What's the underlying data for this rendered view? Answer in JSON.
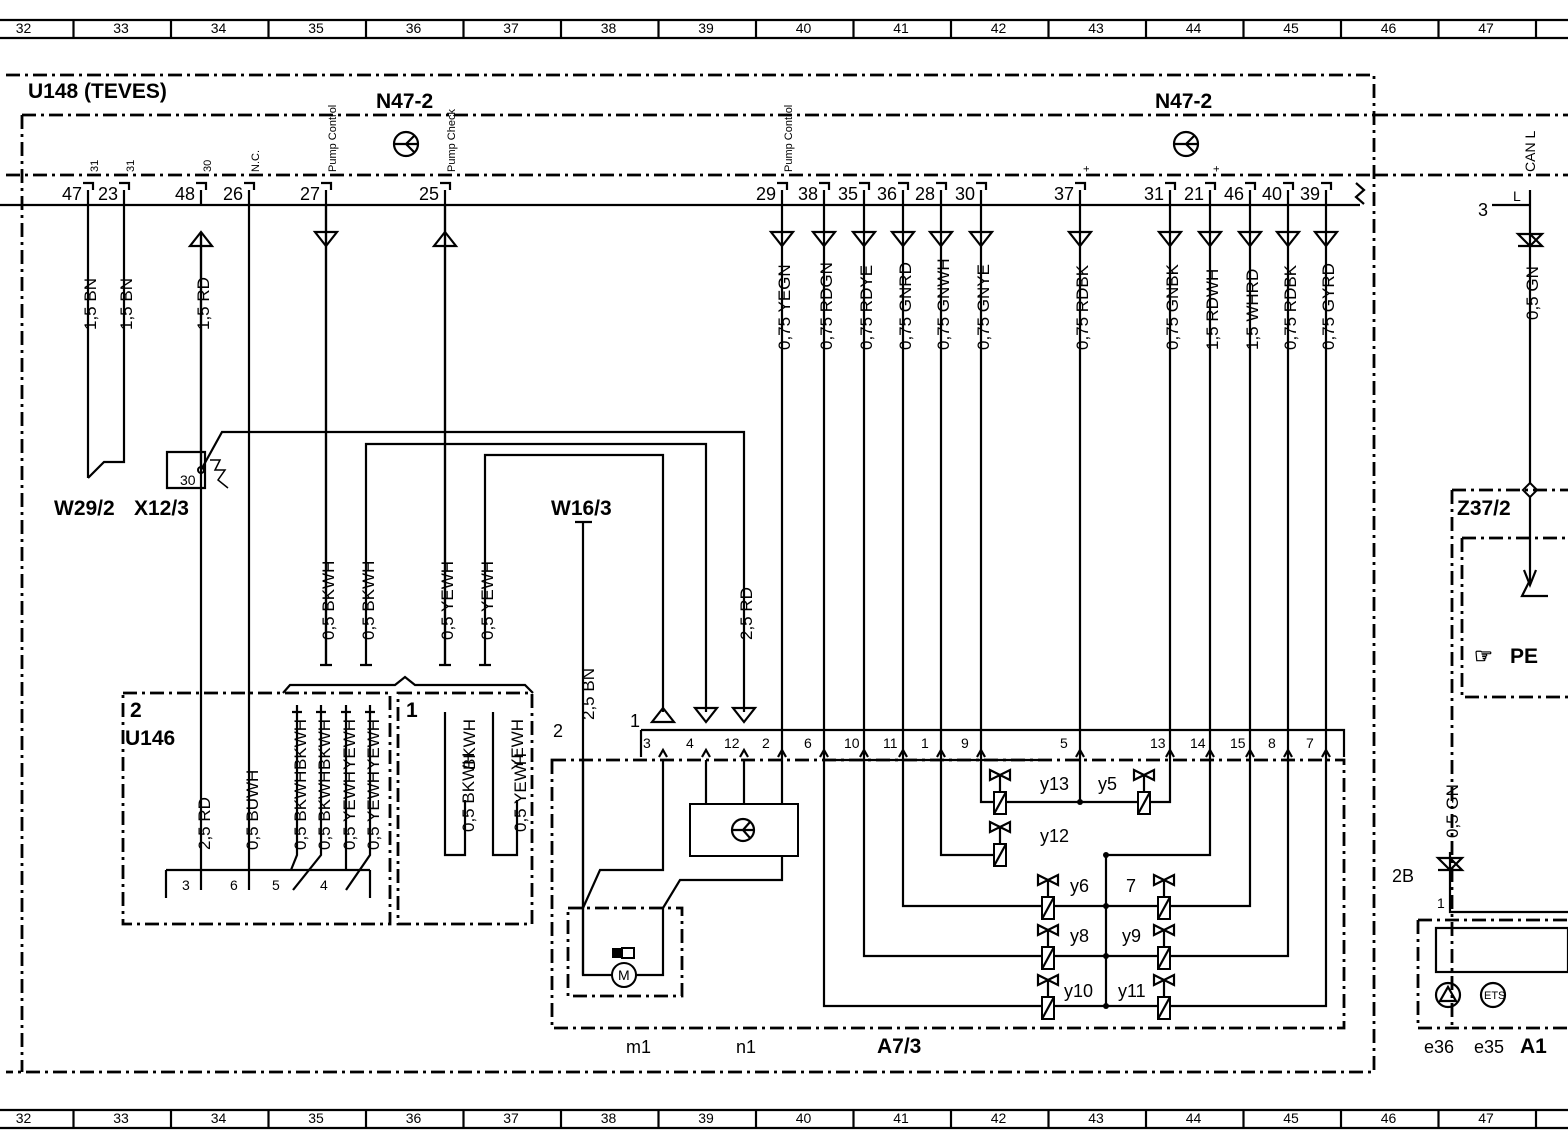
{
  "grid_top": [
    "32",
    "33",
    "34",
    "35",
    "36",
    "37",
    "38",
    "39",
    "40",
    "41",
    "42",
    "43",
    "44",
    "45",
    "46",
    "47"
  ],
  "grid_bottom": [
    "32",
    "33",
    "34",
    "35",
    "36",
    "37",
    "38",
    "39",
    "40",
    "41",
    "42",
    "43",
    "44",
    "45",
    "46",
    "47"
  ],
  "module_title": "U148 (TEVES)",
  "n47_left": "N47-2",
  "n47_right": "N47-2",
  "top_pins": [
    {
      "pin": "47",
      "signal": "31",
      "wire": "1,5 BN"
    },
    {
      "pin": "23",
      "signal": "31",
      "wire": "1,5 BN"
    },
    {
      "pin": "48",
      "signal": "30",
      "wire": "1,5 RD"
    },
    {
      "pin": "26",
      "signal": "N.C.",
      "wire": ""
    },
    {
      "pin": "27",
      "signal": "Pump Control",
      "wire": ""
    },
    {
      "pin": "25",
      "signal": "Pump Check",
      "wire": ""
    },
    {
      "pin": "29",
      "signal": "Pump Control",
      "wire": "0,75 YEGN"
    },
    {
      "pin": "38",
      "signal": "",
      "wire": "0,75 RDGN"
    },
    {
      "pin": "35",
      "signal": "",
      "wire": "0,75 RDYE"
    },
    {
      "pin": "36",
      "signal": "",
      "wire": "0,75 GNRD"
    },
    {
      "pin": "28",
      "signal": "",
      "wire": "0,75 GNWH"
    },
    {
      "pin": "30",
      "signal": "",
      "wire": "0,75 GNYE"
    },
    {
      "pin": "37",
      "signal": "+",
      "wire": "0,75 RDBK"
    },
    {
      "pin": "31",
      "signal": "",
      "wire": "0,75 GNBK"
    },
    {
      "pin": "21",
      "signal": "+",
      "wire": "1,5 RDWH"
    },
    {
      "pin": "46",
      "signal": "",
      "wire": "1,5 WHRD"
    },
    {
      "pin": "40",
      "signal": "",
      "wire": "0,75 RDBK"
    },
    {
      "pin": "39",
      "signal": "",
      "wire": "0,75 GYRD"
    }
  ],
  "can": {
    "signal": "CAN L",
    "pin_label": "3",
    "wire_top": "0,5 GN",
    "wire_bottom": "0,5 GN",
    "pin_2b": "2B",
    "pin_1": "1",
    "l": "L"
  },
  "labels": {
    "w29": "W29/2",
    "x12": "X12/3",
    "x12_pin": "30",
    "w16": "W16/3",
    "z37": "Z37/2",
    "pe": "PE",
    "u146": "U146",
    "a7": "A7/3",
    "m1": "m1",
    "n1": "n1",
    "e36": "e36",
    "e35": "e35",
    "a1": "A1",
    "circ2": "2",
    "circ1": "1",
    "lbl_2": "2",
    "lbl_1": "1"
  },
  "mid_wires": {
    "bkwh_a": "0,5 BKWH",
    "bkwh_b": "0,5 BKWH",
    "yewh_a": "0,5 YEWH",
    "yewh_b": "0,5 YEWH",
    "rd25": "2,5 RD",
    "bn25": "2,5 BN"
  },
  "u146_wires": [
    "2,5 RD",
    "0,5 BUWH",
    "0,5 BKWH",
    "0,5 BKWH",
    "0,5 YEWH",
    "0,5 YEWH"
  ],
  "u146_top_wires": [
    "BKWH",
    "BKWH",
    "YEWH",
    "YEWH"
  ],
  "u146_pins": [
    "3",
    "6",
    "5",
    "4"
  ],
  "conn1_wires": [
    "0,5 BKWH",
    "0,5 YEWH"
  ],
  "conn1_top_wires": [
    "BKWH",
    "YEWH"
  ],
  "a7_pins": [
    "3",
    "4",
    "12",
    "2",
    "6",
    "10",
    "11",
    "1",
    "9",
    "5",
    "13",
    "14",
    "15",
    "8",
    "7"
  ],
  "valves": [
    "y13",
    "y5",
    "y12",
    "y6",
    "7",
    "y8",
    "y9",
    "y10",
    "y11"
  ]
}
